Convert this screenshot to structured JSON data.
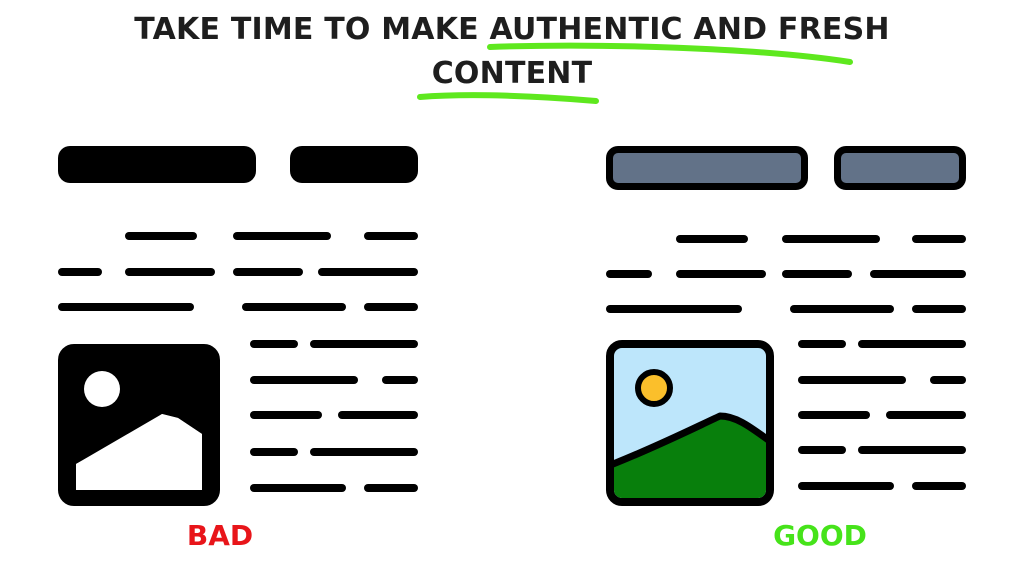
{
  "header": {
    "title_line1": "TAKE TIME TO MAKE AUTHENTIC AND FRESH",
    "title_line2": "CONTENT"
  },
  "panels": {
    "bad": {
      "label": "BAD"
    },
    "good": {
      "label": "GOOD"
    }
  },
  "colors": {
    "title_text": "#1e1e1e",
    "highlight_underline": "#5ee81e",
    "bad_label": "#e8151a",
    "good_label": "#46e31a",
    "good_bar_fill": "#627288",
    "good_sky": "#bde6fb",
    "good_sun": "#fbbf2b",
    "good_hill": "#087f0c",
    "outline": "#000000"
  }
}
